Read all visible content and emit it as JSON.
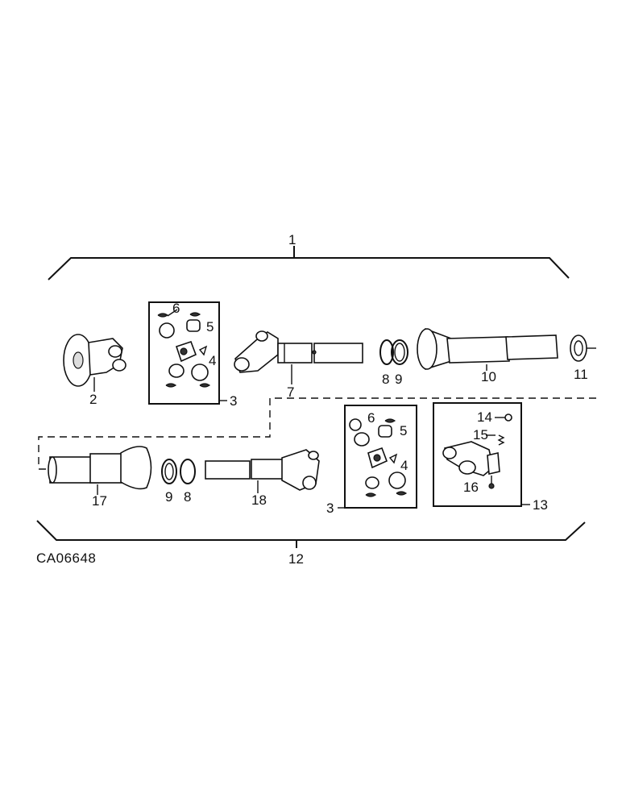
{
  "diagram_code": "CA06648",
  "labels": {
    "assembly_upper": "1",
    "flange_yoke": "2",
    "kit_upper": "3",
    "kit_lower": "3",
    "bearing_upper": "4",
    "bearing_lower": "4",
    "seal_upper": "5",
    "seal_lower": "5",
    "cap_upper": "6",
    "cap_lower": "6",
    "shaft_yoke_upper": "7",
    "ring_8_upper": "8",
    "ring_9_upper": "9",
    "shield_tube": "10",
    "collar": "11",
    "assembly_lower": "12",
    "yoke_kit": "13",
    "fitting": "14",
    "spring": "15",
    "pin": "16",
    "shield_tube_lower": "17",
    "ring_9_lower": "9",
    "ring_8_lower": "8",
    "shaft_yoke_lower": "18"
  }
}
